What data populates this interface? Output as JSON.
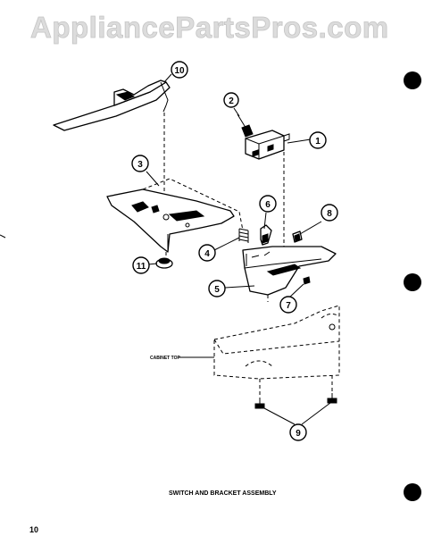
{
  "watermark": "AppliancePartsPros.com",
  "title": "SWITCH AND BRACKET ASSEMBLY",
  "page_number": "10",
  "callout_label": "CABINET TOP",
  "callouts": [
    {
      "number": "1"
    },
    {
      "number": "2"
    },
    {
      "number": "3"
    },
    {
      "number": "4"
    },
    {
      "number": "5"
    },
    {
      "number": "6"
    },
    {
      "number": "7"
    },
    {
      "number": "8"
    },
    {
      "number": "9"
    },
    {
      "number": "10"
    },
    {
      "number": "11"
    }
  ]
}
